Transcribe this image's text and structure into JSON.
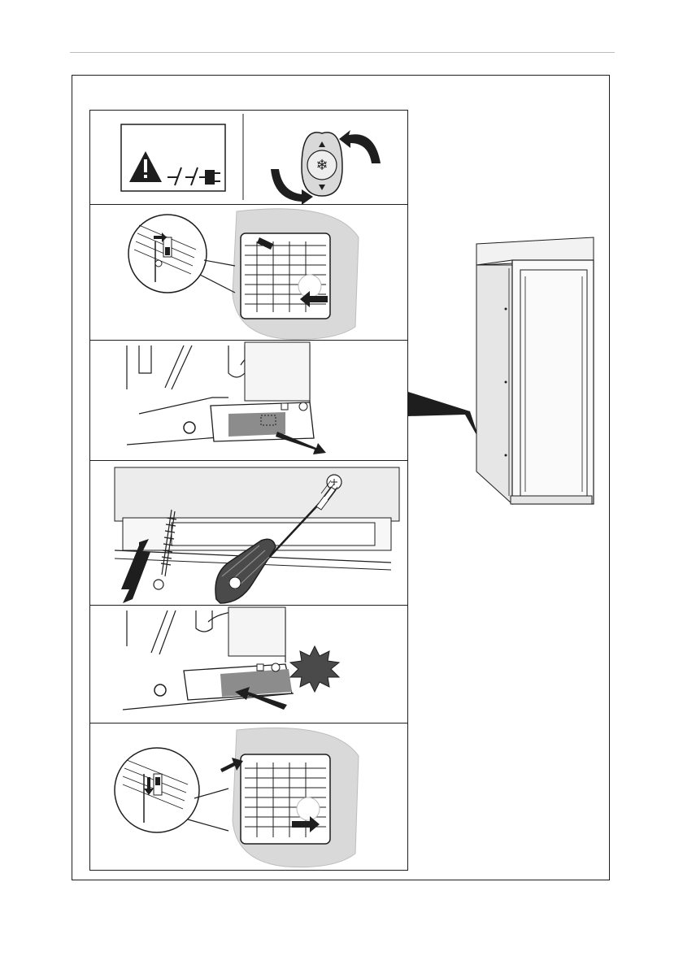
{
  "page": {
    "kind": "instruction-illustration",
    "description_free": true
  },
  "figure": {
    "steps": [
      {
        "id": "step-1",
        "icons": [
          "warning-triangle-icon",
          "unplug-icon",
          "thermostat-knob-icon"
        ]
      },
      {
        "id": "step-2",
        "icons": [
          "filter-grille-icon",
          "zoom-detail-icon"
        ]
      },
      {
        "id": "step-3",
        "icons": [
          "drain-tray-icon",
          "pull-arrow-icon"
        ]
      },
      {
        "id": "step-4",
        "icons": [
          "cleaning-brush-icon",
          "screwdriver-icon",
          "spring-icon"
        ]
      },
      {
        "id": "step-5",
        "icons": [
          "drain-tray-icon",
          "push-arrow-icon",
          "click-star-icon"
        ]
      },
      {
        "id": "step-6",
        "icons": [
          "filter-grille-icon",
          "zoom-detail-icon"
        ]
      }
    ],
    "colors": {
      "line": "#1e1e1e",
      "shade": "#8c8c8c",
      "light": "#d9d9d9",
      "star": "#4a4a4a"
    }
  }
}
